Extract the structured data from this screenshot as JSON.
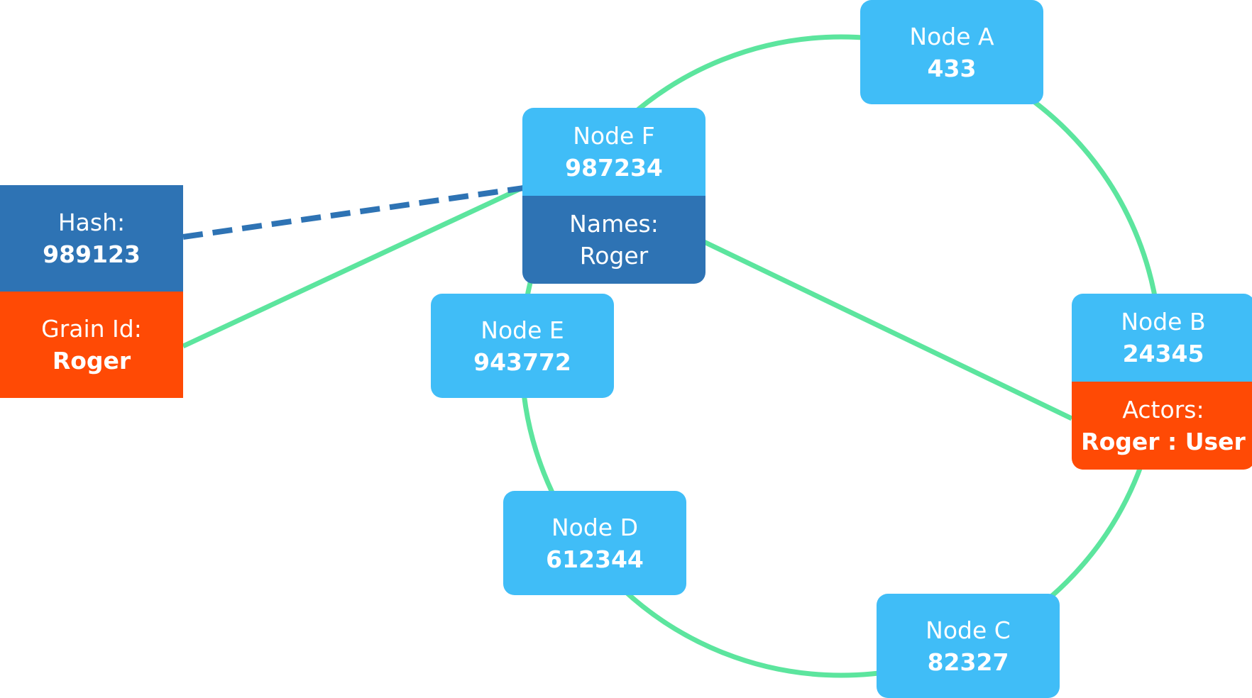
{
  "hash_box": {
    "label": "Hash:",
    "value": "989123"
  },
  "grain_box": {
    "label": "Grain Id:",
    "value": "Roger"
  },
  "nodes": {
    "a": {
      "name": "Node A",
      "hash": "433"
    },
    "b": {
      "name": "Node B",
      "hash": "24345",
      "extra_label": "Actors:",
      "extra_value": "Roger : User"
    },
    "c": {
      "name": "Node C",
      "hash": "82327"
    },
    "d": {
      "name": "Node D",
      "hash": "612344"
    },
    "e": {
      "name": "Node E",
      "hash": "943772"
    },
    "f": {
      "name": "Node F",
      "hash": "987234",
      "extra_label": "Names:",
      "extra_value": "Roger"
    }
  },
  "colors": {
    "ring": "#5ce59e",
    "node": "#40bdf7",
    "dark_blue": "#2e73b4",
    "orange": "#ff4a05",
    "text": "#ffffff"
  }
}
